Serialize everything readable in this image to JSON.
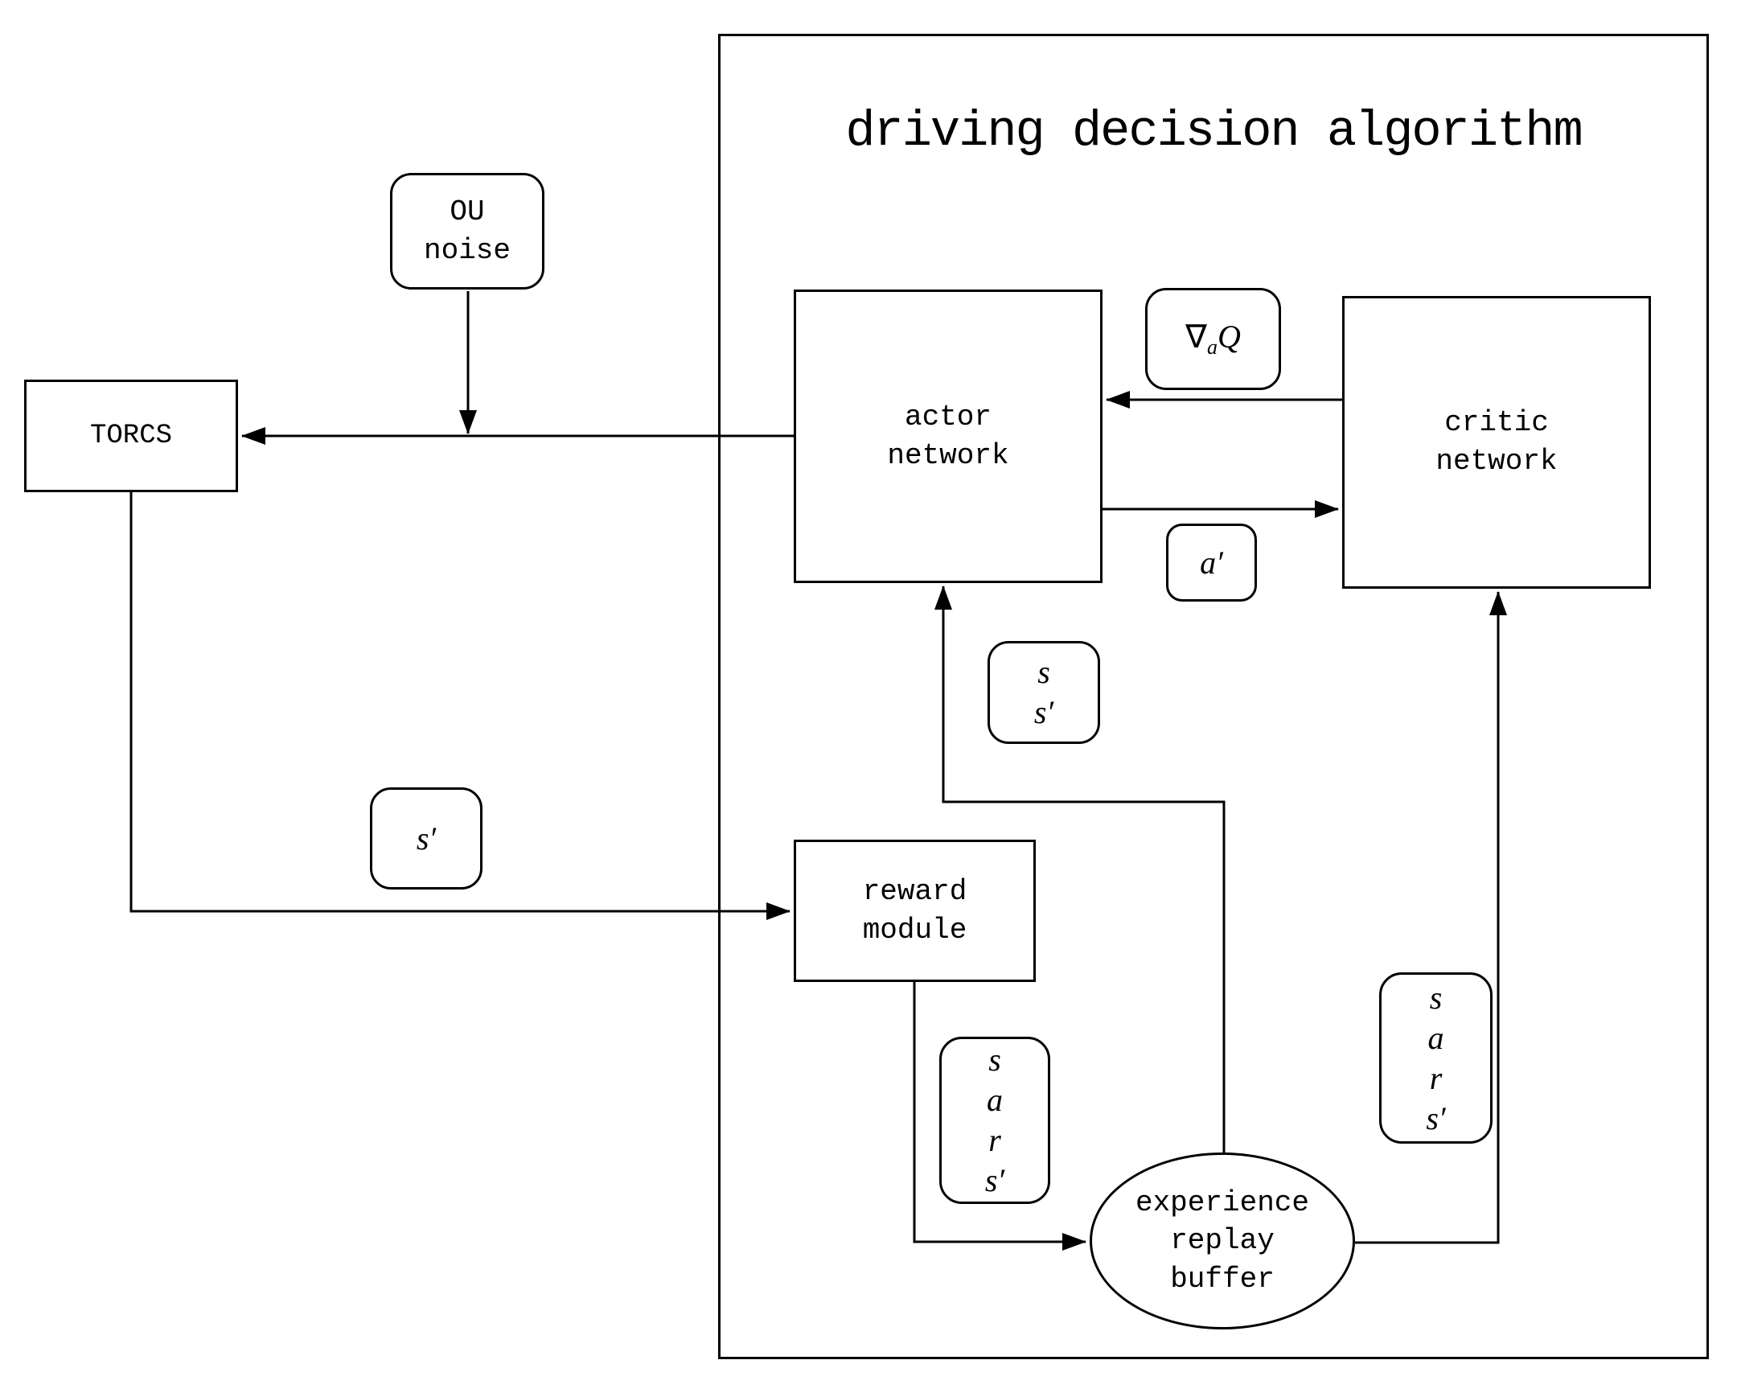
{
  "diagram": {
    "title": "driving decision algorithm",
    "colors": {
      "ink": "#000000",
      "paper": "#ffffff"
    },
    "nodes": {
      "ou_noise": {
        "lines": [
          "OU",
          "noise"
        ]
      },
      "torcs": {
        "label": "TORCS"
      },
      "actor": {
        "lines": [
          "actor",
          "network"
        ]
      },
      "critic": {
        "lines": [
          "critic",
          "network"
        ]
      },
      "reward": {
        "lines": [
          "reward",
          "module"
        ]
      },
      "buffer": {
        "lines": [
          "experience",
          "replay",
          "buffer"
        ]
      }
    },
    "edge_labels": {
      "grad": {
        "nabla": "∇",
        "sub": "a",
        "main": "Q"
      },
      "a_prime": "a′",
      "s_s_prime": [
        "s",
        "s′"
      ],
      "s_prime": "s′",
      "sars_left": [
        "s",
        "a",
        "r",
        "s′"
      ],
      "sars_right": [
        "s",
        "a",
        "r",
        "s′"
      ]
    }
  }
}
